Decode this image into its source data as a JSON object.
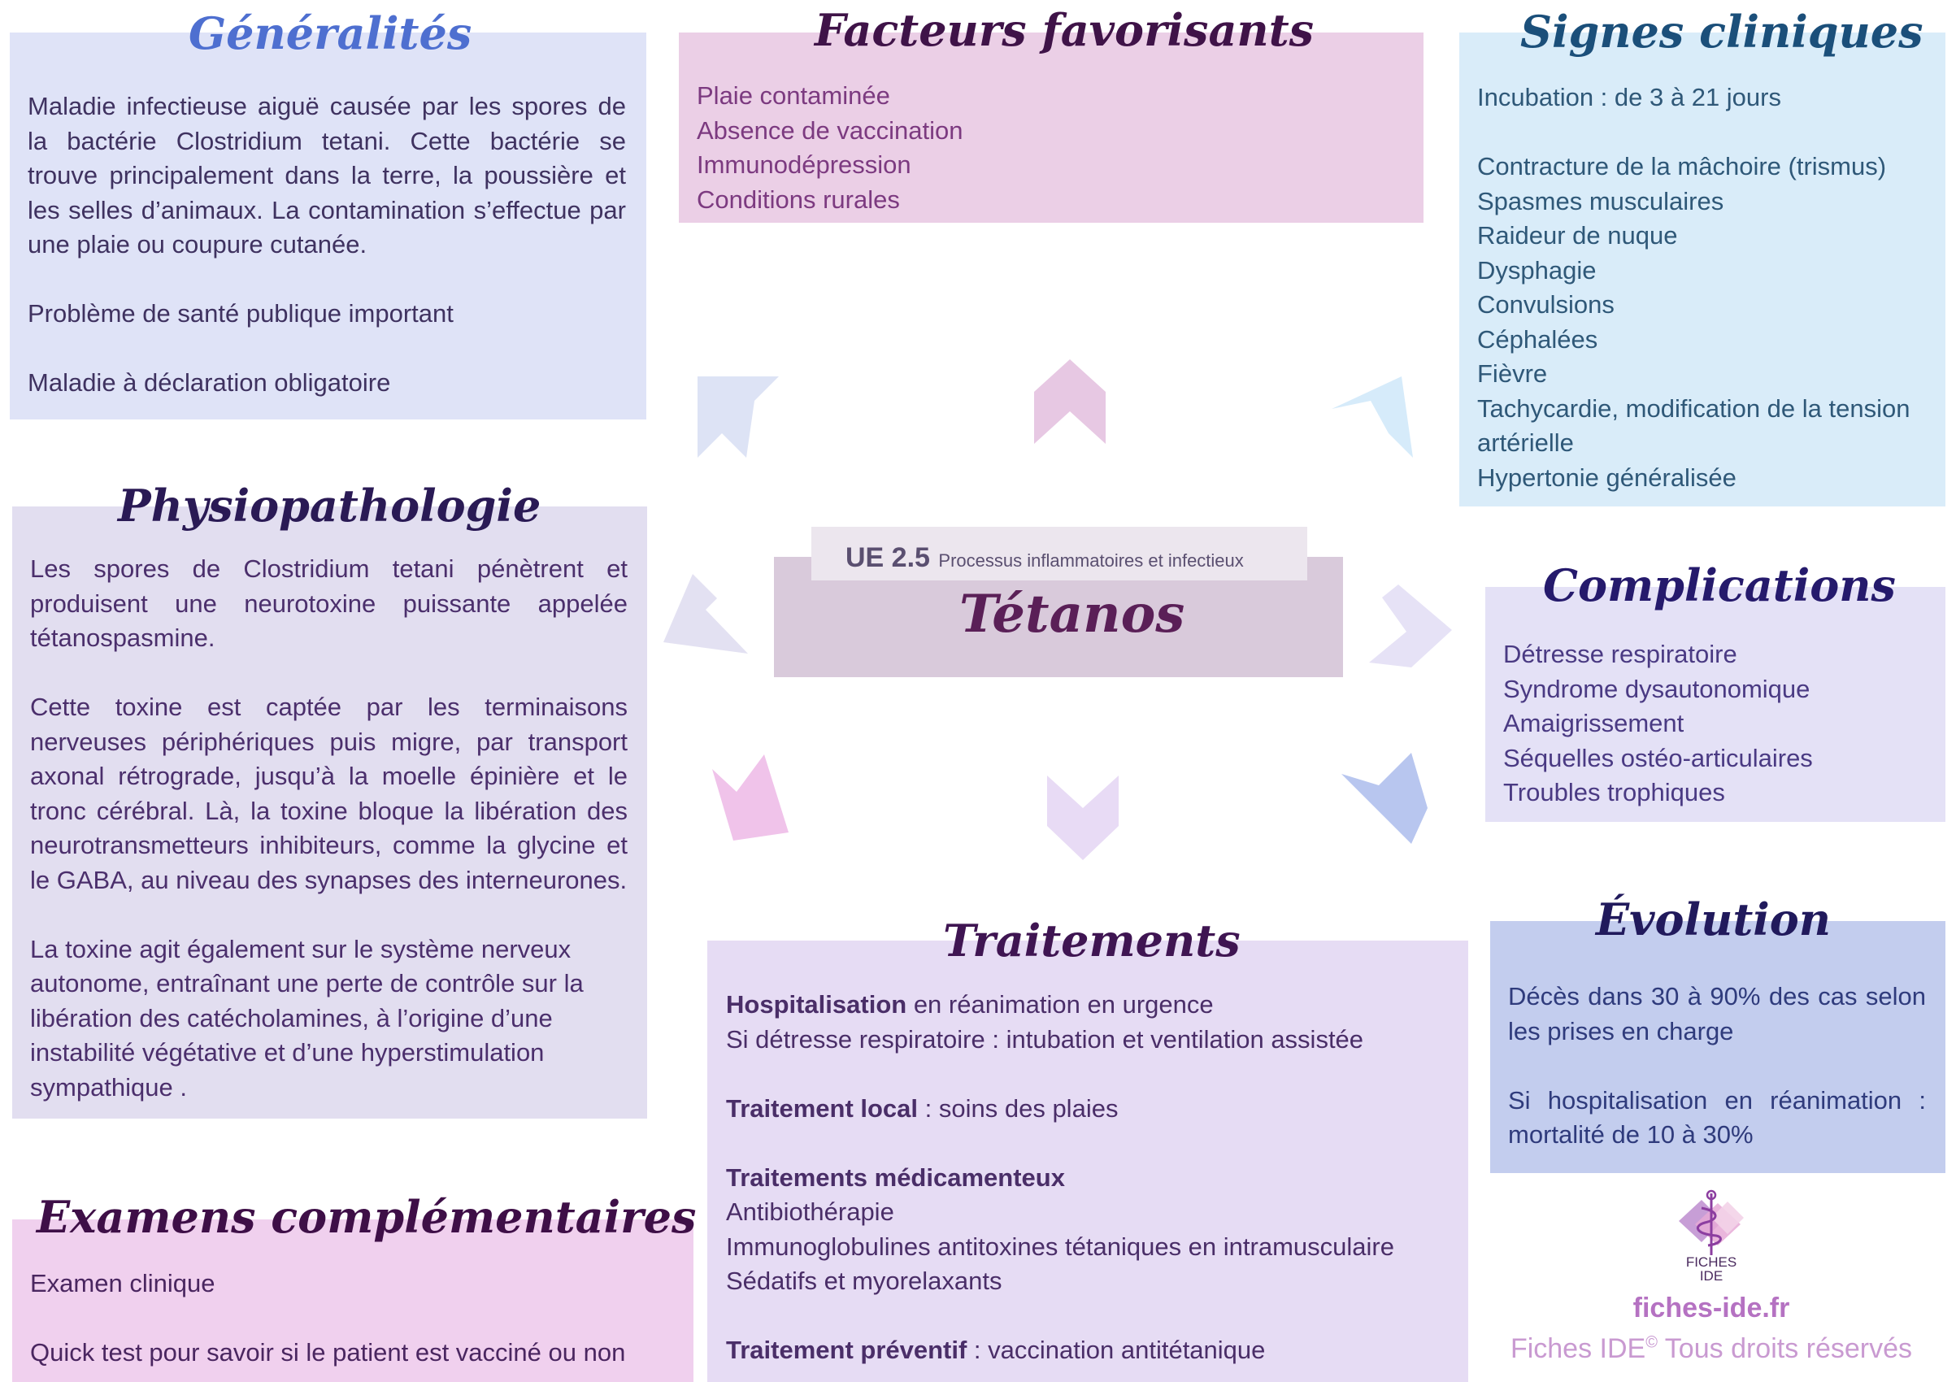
{
  "center": {
    "ue_code": "UE 2.5",
    "ue_subtitle": "Processus inflammatoires et infectieux",
    "title": "Tétanos"
  },
  "generalites": {
    "title": "Généralités",
    "paragraph1": "Maladie infectieuse aiguë causée par les spores de la bactérie Clostridium tetani. Cette bactérie se trouve principalement dans la terre, la poussière et les selles d’animaux. La contamination s’effectue par une plaie ou coupure cutanée.",
    "paragraph2": "Problème de santé publique important",
    "paragraph3": "Maladie à déclaration obligatoire"
  },
  "facteurs": {
    "title": "Facteurs favorisants",
    "items": [
      "Plaie contaminée",
      "Absence de vaccination",
      "Immunodépression",
      "Conditions rurales"
    ]
  },
  "signes": {
    "title": "Signes cliniques",
    "incubation": "Incubation : de 3 à 21 jours",
    "items": [
      "Contracture de la mâchoire (trismus)",
      "Spasmes musculaires",
      "Raideur de nuque",
      "Dysphagie",
      "Convulsions",
      "Céphalées",
      "Fièvre",
      "Tachycardie, modification de la tension artérielle",
      "Hypertonie généralisée"
    ]
  },
  "physiopathologie": {
    "title": "Physiopathologie",
    "paragraph1": "Les spores de Clostridium tetani pénètrent et produisent une neurotoxine puissante appelée tétanospasmine.",
    "paragraph2": "Cette toxine est captée par les terminaisons nerveuses périphériques puis migre, par transport axonal rétrograde, jusqu’à la moelle épinière et le tronc cérébral. Là, la toxine bloque la libération des neurotransmetteurs inhibiteurs, comme la glycine et le GABA, au niveau des synapses des interneurones.",
    "paragraph3": "La toxine agit également sur le système nerveux autonome, entraînant une perte de contrôle sur la libération des catécholamines, à l’origine d’une instabilité végétative et d’une hyperstimulation sympathique ."
  },
  "complications": {
    "title": "Complications",
    "items": [
      "Détresse respiratoire",
      "Syndrome dysautonomique",
      "Amaigrissement",
      "Séquelles ostéo-articulaires",
      "Troubles trophiques"
    ]
  },
  "evolution": {
    "title": "Évolution",
    "paragraph1": "Décès dans 30 à 90% des cas selon les prises en charge",
    "paragraph2": "Si hospitalisation en réanimation : mortalité de 10 à 30%"
  },
  "traitements": {
    "title": "Traitements",
    "hosp_label": "Hospitalisation",
    "hosp_text": " en réanimation en urgence",
    "detresse_text": "Si détresse respiratoire : intubation et ventilation assistée",
    "local_label": "Traitement local",
    "local_text": " : soins des plaies",
    "med_label": "Traitements médicamenteux",
    "med_items": [
      "Antibiothérapie",
      "Immunoglobulines antitoxines tétaniques en intramusculaire",
      "Sédatifs et myorelaxants"
    ],
    "prev_label": "Traitement préventif",
    "prev_text": " : vaccination antitétanique"
  },
  "examens": {
    "title": "Examens complémentaires",
    "item1": "Examen clinique",
    "item2": "Quick test pour savoir si le patient est vacciné ou non"
  },
  "footer": {
    "logo_line1": "FICHES",
    "logo_line2": "IDE",
    "site": "fiches-ide.fr",
    "copyright_prefix": "Fiches IDE",
    "copyright_mark": "©",
    "copyright_suffix": " Tous droits réservés"
  },
  "colors": {
    "generalites_bg": "#dfe3f7",
    "generalites_title": "#4e6fd0",
    "generalites_text": "#3f3260",
    "facteurs_bg": "#ebcfe6",
    "facteurs_title": "#3f1348",
    "facteurs_text": "#7c3a80",
    "signes_bg": "#d9ecf9",
    "signes_title": "#1b4f7a",
    "signes_text": "#2f5878",
    "physio_bg": "#e2def0",
    "physio_title": "#2a1a55",
    "physio_text": "#4b2f6c",
    "center_bg": "#d9cadb",
    "center_tab_bg": "#ece6ee",
    "center_title": "#5a1f57",
    "center_tab_text": "#5a4f70",
    "complications_bg": "#e4e1f6",
    "complications_title": "#251a6c",
    "complications_text": "#4a3a83",
    "evolution_bg": "#c3cdee",
    "evolution_title": "#211a5c",
    "evolution_text": "#2f3b7c",
    "traitements_bg": "#e6dcf4",
    "traitements_title": "#3f1552",
    "traitements_text": "#4a2e68",
    "examens_bg": "#f0d0ee",
    "examens_title": "#3e0f47",
    "examens_text": "#4a2660",
    "footer_site": "#b572c2",
    "footer_copyright": "#c99ad1"
  }
}
